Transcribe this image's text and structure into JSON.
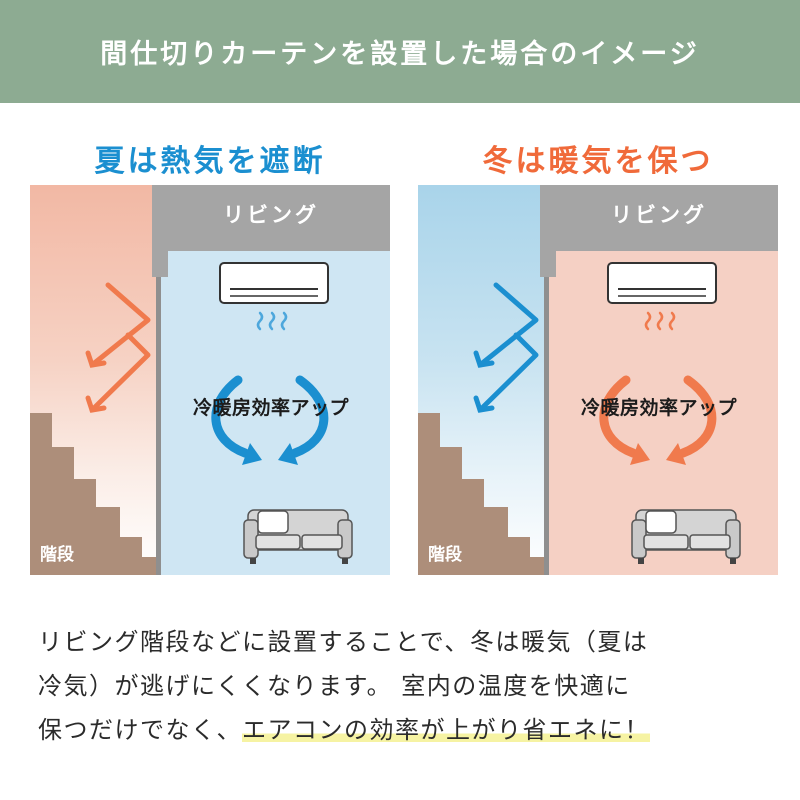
{
  "header": {
    "title": "間仕切りカーテンを設置した場合のイメージ",
    "bg_color": "#8dab92"
  },
  "panels": [
    {
      "title": "夏は熱気を遮断",
      "title_color": "#1b8fd0",
      "room_label": "リビング",
      "effect_label": "冷暖房効率アップ",
      "stairs_label": "階段",
      "mode": "summer",
      "room_color": "#cfe6f3",
      "stair_side_color": "#f2b8a4",
      "arrow_color": "#1b8fd0",
      "draft_color": "#f07a4d"
    },
    {
      "title": "冬は暖気を保つ",
      "title_color": "#f06a3a",
      "room_label": "リビング",
      "effect_label": "冷暖房効率アップ",
      "stairs_label": "階段",
      "mode": "winter",
      "room_color": "#f5d0c4",
      "stair_side_color": "#a9d4ea",
      "arrow_color": "#f07a4d",
      "draft_color": "#1b8fd0"
    }
  ],
  "description": {
    "line1": "リビング階段などに設置することで、冬は暖気（夏は",
    "line2": "冷気）が逃げにくくなります。 室内の温度を快適に",
    "line3_plain": "保つだけでなく、",
    "line3_highlight": "エアコンの効率が上がり省エネに！",
    "highlight_color": "#f6f3a3"
  }
}
